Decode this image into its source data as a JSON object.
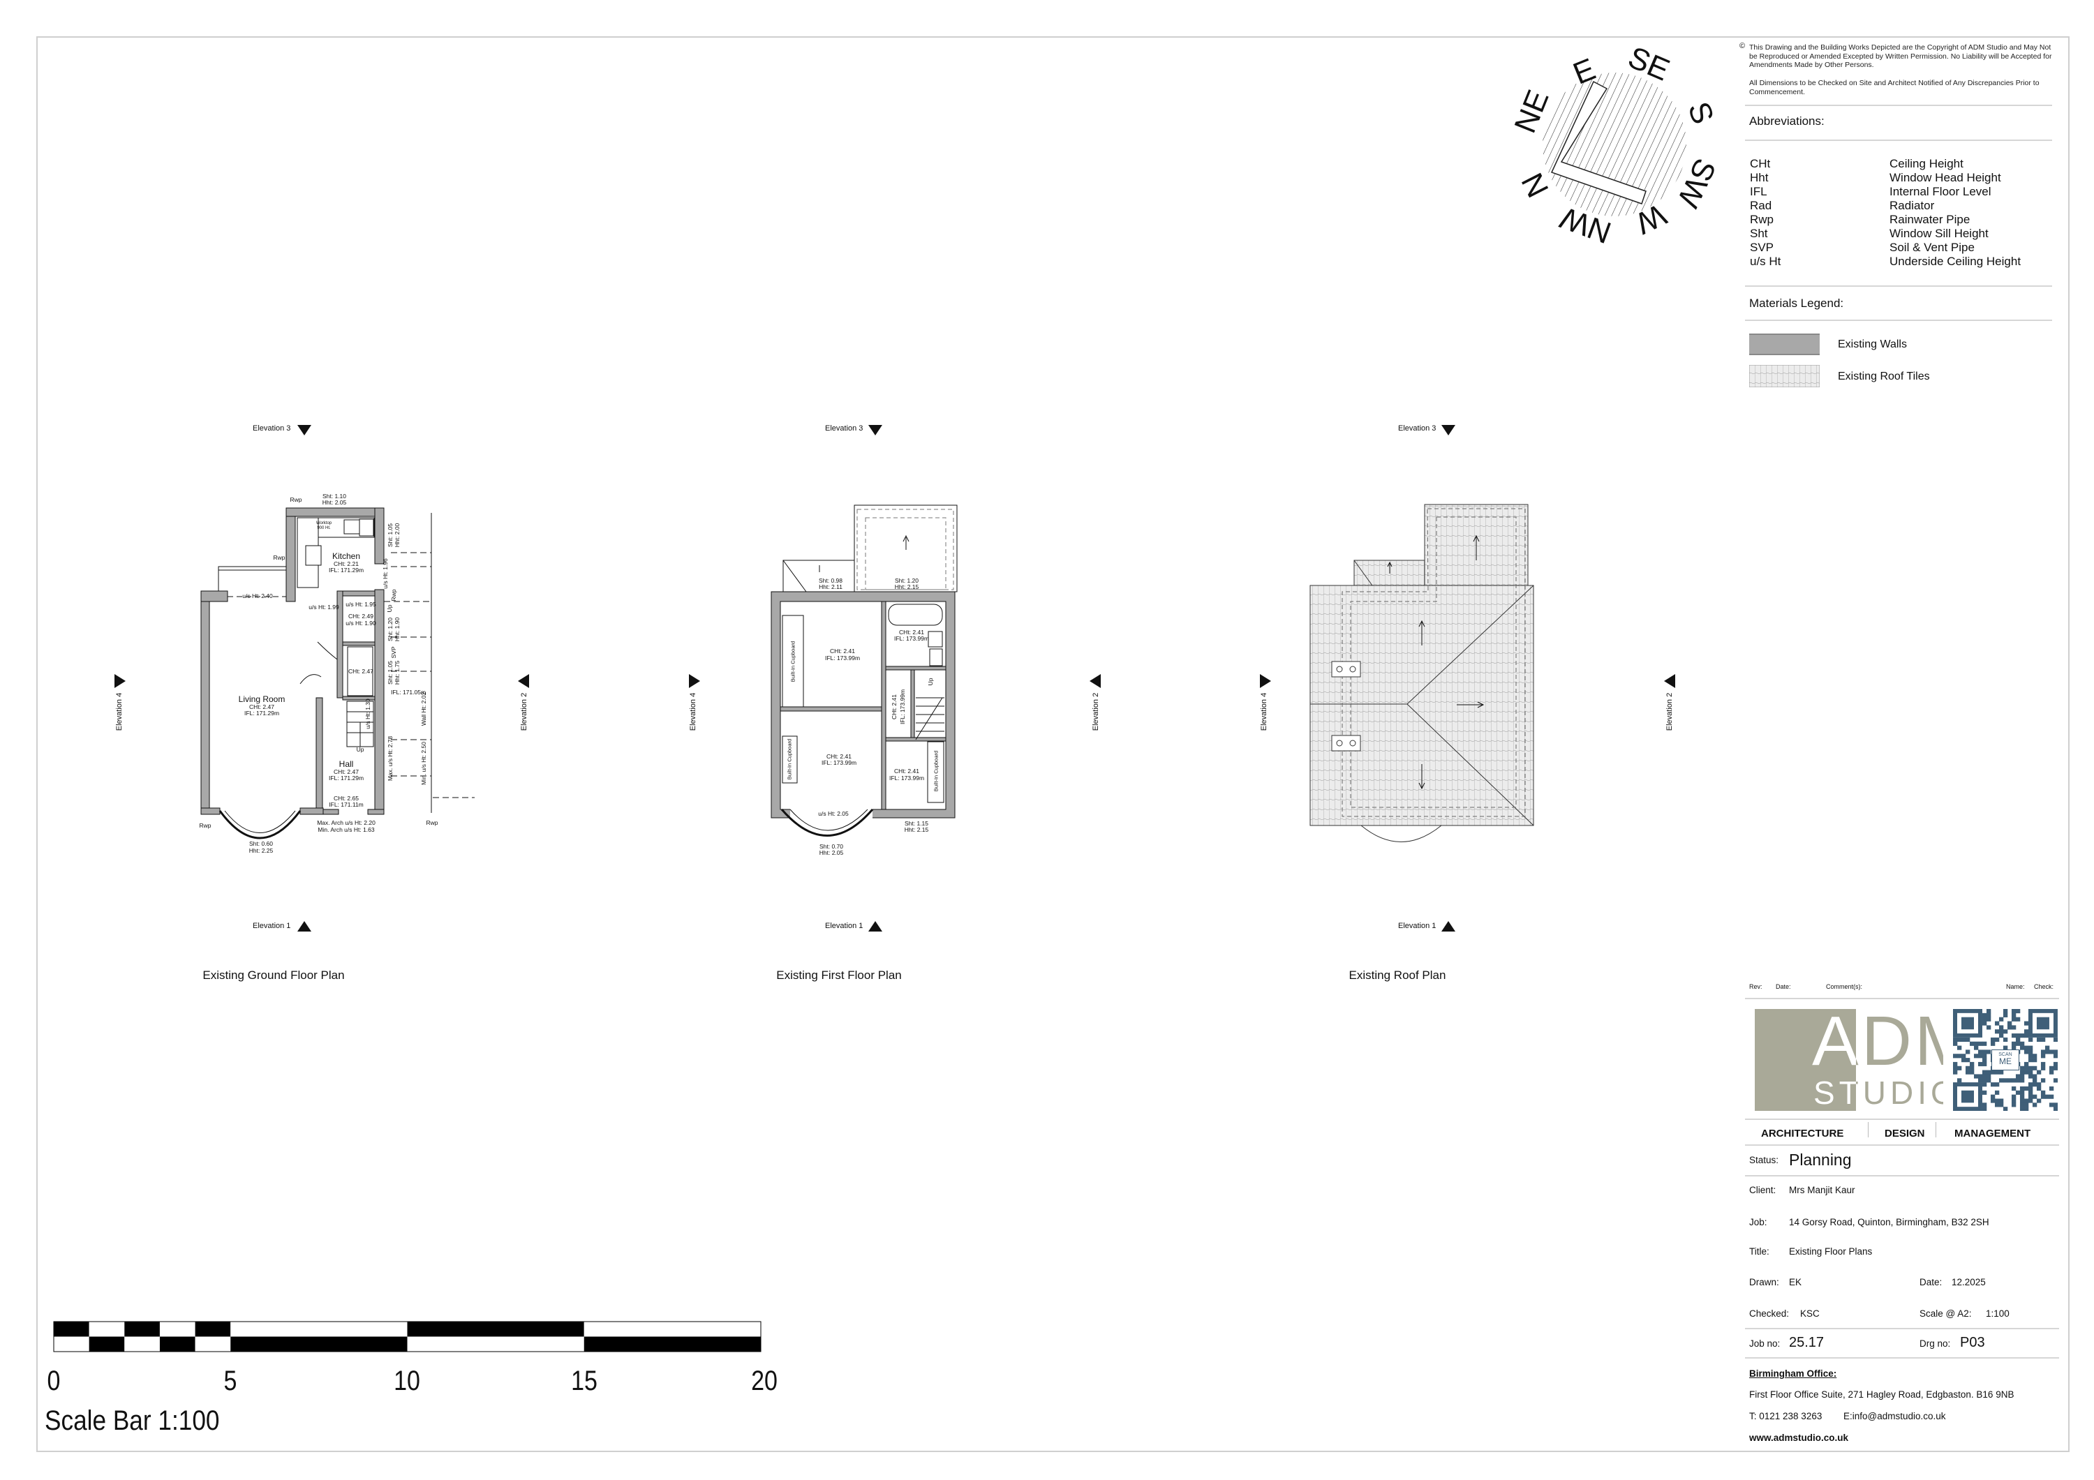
{
  "notes": {
    "copyright_icon": "copyright-icon",
    "copyright": "This Drawing and the Building Works Depicted are the Copyright of ADM Studio and May Not be Reproduced or Amended Excepted by Written Permission. No Liability will be Accepted for Amendments Made by Other Persons.",
    "dimensions": "All Dimensions to be Checked on Site and Architect Notified of Any Discrepancies Prior to Commencement."
  },
  "abbreviations": {
    "heading": "Abbreviations:",
    "items": [
      {
        "abbr": "CHt",
        "meaning": "Ceiling Height"
      },
      {
        "abbr": "Hht",
        "meaning": "Window Head Height"
      },
      {
        "abbr": "IFL",
        "meaning": "Internal Floor Level"
      },
      {
        "abbr": "Rad",
        "meaning": "Radiator"
      },
      {
        "abbr": "Rwp",
        "meaning": "Rainwater Pipe"
      },
      {
        "abbr": "Sht",
        "meaning": "Window Sill Height"
      },
      {
        "abbr": "SVP",
        "meaning": "Soil & Vent Pipe"
      },
      {
        "abbr": "u/s Ht",
        "meaning": "Underside Ceiling Height"
      }
    ]
  },
  "materials": {
    "heading": "Materials Legend:",
    "items": [
      {
        "label": "Existing Walls",
        "color": "#a8a8a8"
      },
      {
        "label": "Existing Roof Tiles",
        "color": "#ececec"
      }
    ]
  },
  "compass": {
    "labels": [
      "N",
      "NE",
      "E",
      "SE",
      "S",
      "SW",
      "W",
      "NW"
    ]
  },
  "plans": {
    "ground": {
      "title": "Existing Ground Floor Plan",
      "elevations": [
        "Elevation 3",
        "Elevation 1",
        "Elevation 4",
        "Elevation 2"
      ],
      "labels": [
        "Rwp",
        "Sht: 1.10",
        "Hht: 2.05",
        "Worktop",
        "900 Ht.",
        "Kitchen",
        "CHt: 2.21",
        "IFL: 171.29m",
        "Rwp",
        "u/s Ht: 2.40",
        "u/s Ht: 1.99",
        "u/s Ht: 1.95",
        "CHt: 2.49",
        "u/s Ht: 1.90",
        "CHt: 2.47",
        "Living Room",
        "CHt: 2.47",
        "IFL: 171.29m",
        "Hall",
        "CHt: 2.47",
        "IFL: 171.29m",
        "Up",
        "CHt: 2.65",
        "IFL: 171.11m",
        "Max. Arch u/s Ht: 2.20",
        "Min. Arch u/s Ht: 1.63",
        "Rwp",
        "Sht: 0.60",
        "Hht: 2.25",
        "Rwp",
        "IFL: 171.05m"
      ],
      "vlabels": [
        "Sht: 1.05  Hht: 2.00",
        "u/s Ht: 1.96",
        "Rwp",
        "Up",
        "Sht: 1.20  Hht: 1.90",
        "SVP",
        "Sht: 1.05  Hht: 1.75",
        "Wall Ht: 2.02",
        "Max. u/s Ht: 2.78",
        "Min. u/s Ht: 2.50",
        "u/s Ht: 1.30"
      ]
    },
    "first": {
      "title": "Existing First Floor Plan",
      "elevations": [
        "Elevation 3",
        "Elevation 1",
        "Elevation 4",
        "Elevation 2"
      ],
      "labels": [
        "Sht: 0.98",
        "Hht: 2.11",
        "Sht: 1.20",
        "Hht: 2.15",
        "CHt: 2.41",
        "IFL: 173.99m",
        "CHt: 2.41",
        "IFL: 173.99m",
        "CHt: 2.41",
        "IFL: 173.99m",
        "CHt: 2.41",
        "IFL: 173.99m",
        "u/s Ht: 2.05",
        "Sht: 0.70",
        "Hht: 2.05",
        "Sht: 1.15",
        "Hht: 2.15"
      ],
      "vlabels": [
        "Built-In Cupboard",
        "Built-In Cupboard",
        "Built-In Cupboard",
        "CHt: 2.41",
        "IFL: 173.99m",
        "Up"
      ]
    },
    "roof": {
      "title": "Existing Roof Plan",
      "elevations": [
        "Elevation 3",
        "Elevation 1",
        "Elevation 4",
        "Elevation 2"
      ]
    }
  },
  "scale_bar": {
    "ticks": [
      "0",
      "5",
      "10",
      "15",
      "20"
    ],
    "label": "Scale Bar 1:100"
  },
  "title_block": {
    "rev_header": {
      "rev": "Rev:",
      "date": "Date:",
      "comments": "Comment(s):",
      "name": "Name:",
      "check": "Check:"
    },
    "logo": {
      "line1": "ADM",
      "line2": "STUDIO",
      "color": "#a9a998"
    },
    "qr": {
      "caption1": "SCAN",
      "caption2": "ME",
      "color": "#3f5f78"
    },
    "services": [
      "ARCHITECTURE",
      "DESIGN",
      "MANAGEMENT"
    ],
    "status_label": "Status:",
    "status": "Planning",
    "client_label": "Client:",
    "client": "Mrs Manjit Kaur",
    "job_label": "Job:",
    "job": "14 Gorsy Road, Quinton, Birmingham, B32 2SH",
    "title_label": "Title:",
    "title": "Existing Floor Plans",
    "drawn_label": "Drawn:",
    "drawn": "EK",
    "date_label": "Date:",
    "date": "12.2025",
    "checked_label": "Checked:",
    "checked": "KSC",
    "scale_label": "Scale @ A2:",
    "scale": "1:100",
    "jobno_label": "Job no:",
    "jobno": "25.17",
    "drgno_label": "Drg no:",
    "drgno": "P03",
    "office_heading": "Birmingham Office:",
    "office_address": "First Floor Office Suite, 271 Hagley Road, Edgbaston. B16 9NB",
    "phone": "T: 0121 238 3263",
    "email": "E:info@admstudio.co.uk",
    "website": "www.admstudio.co.uk"
  }
}
